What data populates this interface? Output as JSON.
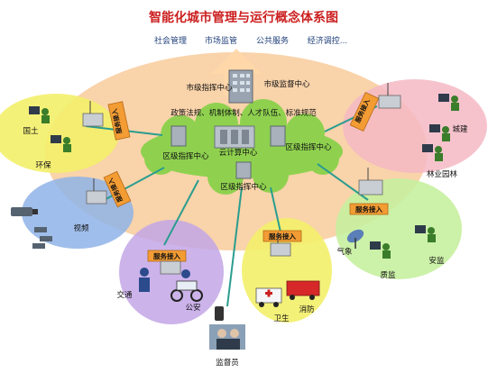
{
  "title": "智能化城市管理与运行概念体系图",
  "subtitle_items": [
    "社会管理",
    "市场监管",
    "公共服务",
    "经济调控..."
  ],
  "center": {
    "city_command": "市级指挥中心",
    "city_supervision": "市级监督中心",
    "policy_row": "政策法规、机制体制、人才队伍、标准规范",
    "cloud_center": "云计算中心",
    "district_command_1": "区级指挥中心",
    "district_command_2": "区级指挥中心",
    "district_command_3": "区级指挥中心"
  },
  "service_tag": "服务接入",
  "nodes": {
    "guotu": "国土",
    "huanbao": "环保",
    "shipin": "视频",
    "jiaotong": "交通",
    "gongan": "公安",
    "jianduyuan": "监督员",
    "weisheng": "卫生",
    "xiaofang": "消防",
    "qixiang": "气象",
    "zhijian": "质监",
    "anjian": "安监",
    "linye": "林业园林",
    "chengjian": "城建"
  },
  "colors": {
    "title_red": "#cc1f1f",
    "subtitle_blue": "#1f3f7a",
    "orange_halo": "#f7c48e",
    "cloud_green": "#8fd14f",
    "line_teal": "#2a9d8f",
    "tag_orange": "#f39c34",
    "yellow_zone": "#f3f06a",
    "blue_zone": "#8fb3e8",
    "purple_zone": "#c3a6e6",
    "lightgreen_zone": "#c7ef9e",
    "pink_zone": "#f5b8c4"
  }
}
